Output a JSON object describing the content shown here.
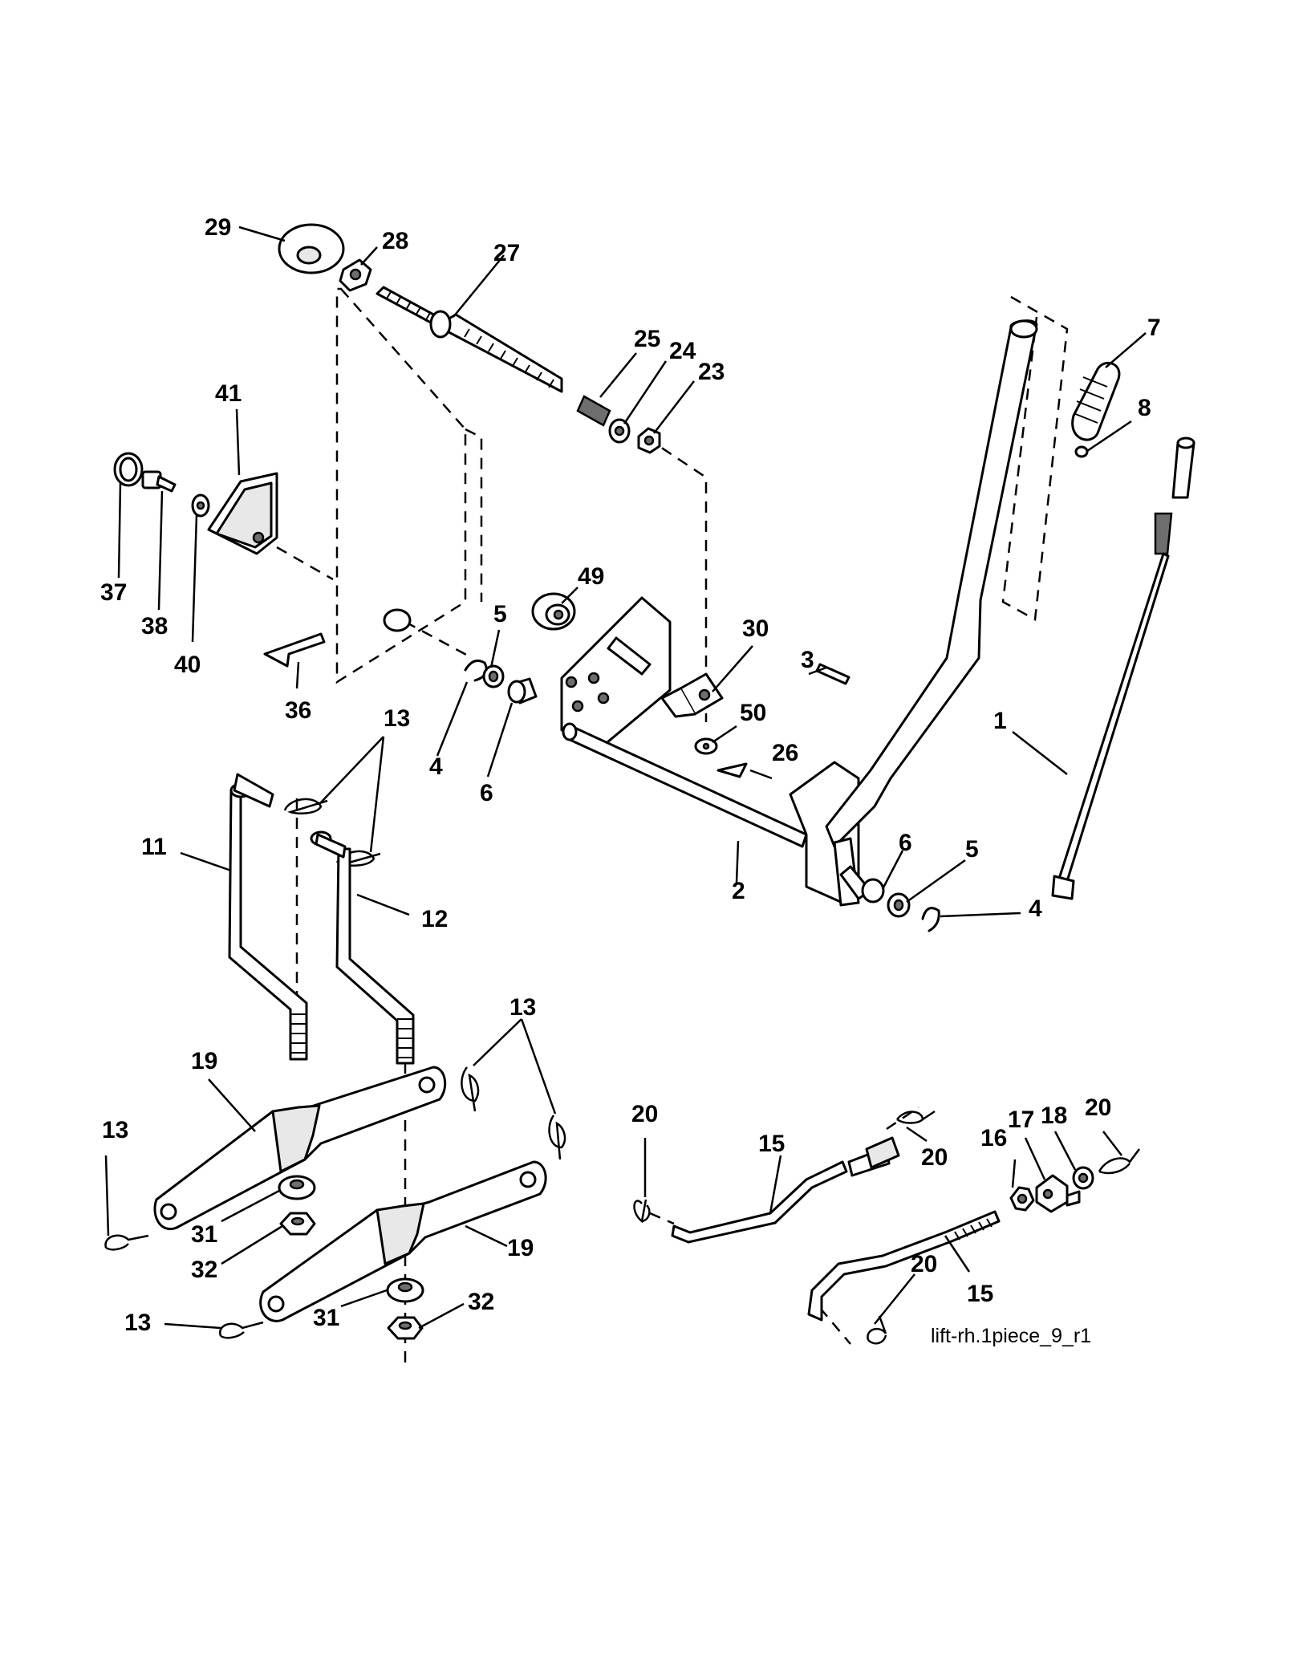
{
  "drawing_id": "lift-rh.1piece_9_r1",
  "callouts": [
    {
      "n": "29"
    },
    {
      "n": "28"
    },
    {
      "n": "27"
    },
    {
      "n": "25"
    },
    {
      "n": "24"
    },
    {
      "n": "23"
    },
    {
      "n": "41"
    },
    {
      "n": "37"
    },
    {
      "n": "38"
    },
    {
      "n": "40"
    },
    {
      "n": "49"
    },
    {
      "n": "5"
    },
    {
      "n": "30"
    },
    {
      "n": "3"
    },
    {
      "n": "50"
    },
    {
      "n": "26"
    },
    {
      "n": "36"
    },
    {
      "n": "13"
    },
    {
      "n": "4"
    },
    {
      "n": "6"
    },
    {
      "n": "7"
    },
    {
      "n": "8"
    },
    {
      "n": "1"
    },
    {
      "n": "11"
    },
    {
      "n": "12"
    },
    {
      "n": "2"
    },
    {
      "n": "6"
    },
    {
      "n": "5"
    },
    {
      "n": "4"
    },
    {
      "n": "13"
    },
    {
      "n": "19"
    },
    {
      "n": "13"
    },
    {
      "n": "31"
    },
    {
      "n": "32"
    },
    {
      "n": "19"
    },
    {
      "n": "13"
    },
    {
      "n": "31"
    },
    {
      "n": "32"
    },
    {
      "n": "20"
    },
    {
      "n": "15"
    },
    {
      "n": "20"
    },
    {
      "n": "16"
    },
    {
      "n": "17"
    },
    {
      "n": "18"
    },
    {
      "n": "20"
    },
    {
      "n": "20"
    },
    {
      "n": "15"
    }
  ]
}
